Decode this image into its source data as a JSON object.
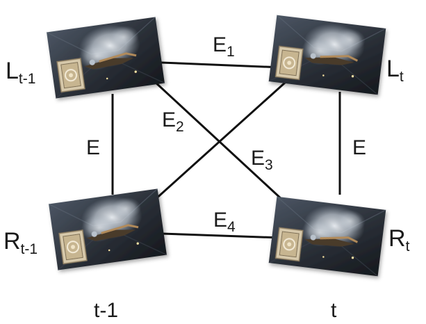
{
  "nodes": {
    "left_prev": {
      "main": "L",
      "sub": "t-1"
    },
    "left_curr": {
      "main": "L",
      "sub": "t"
    },
    "right_prev": {
      "main": "R",
      "sub": "t-1"
    },
    "right_curr": {
      "main": "R",
      "sub": "t"
    }
  },
  "edges": {
    "top": {
      "main": "E",
      "sub": "1"
    },
    "diag_a": {
      "main": "E",
      "sub": "2"
    },
    "diag_b": {
      "main": "E",
      "sub": "3"
    },
    "bottom": {
      "main": "E",
      "sub": "4"
    },
    "left_vert": {
      "main": "E"
    },
    "right_vert": {
      "main": "E"
    }
  },
  "time_labels": {
    "prev": "t-1",
    "curr": "t"
  }
}
